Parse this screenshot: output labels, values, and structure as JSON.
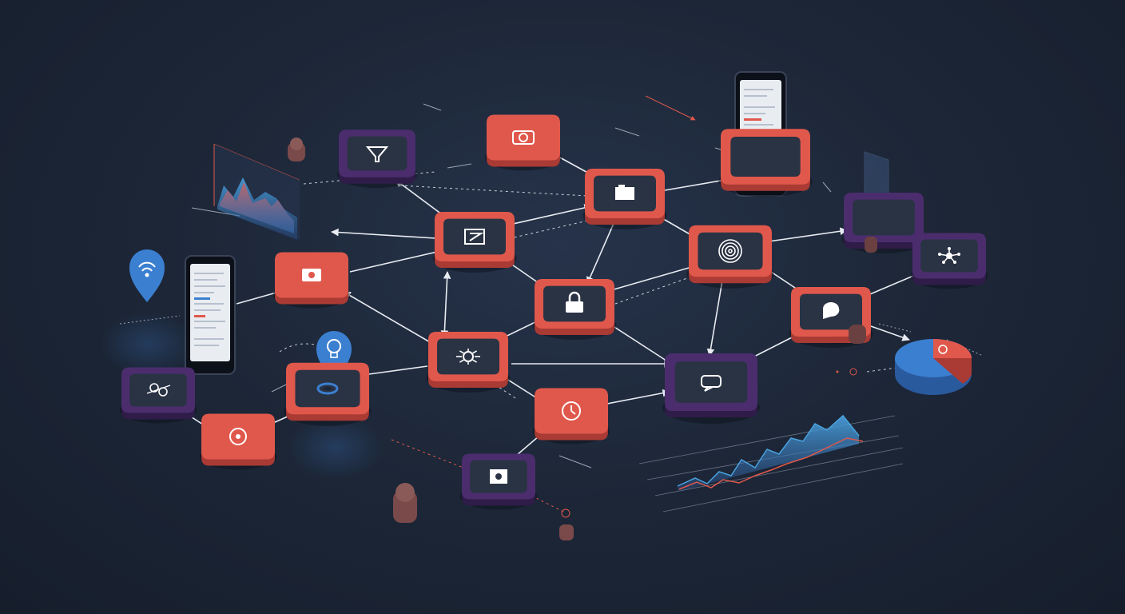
{
  "palette": {
    "background": "#1d2738",
    "coral": "#e0584c",
    "coral_dark": "#a93a34",
    "purple": "#4b2d6e",
    "purple_edge": "#6a3f9a",
    "tile_face": "#2a3344",
    "blue": "#3b7fd0",
    "link": "#e8ecf2"
  },
  "nodes": [
    {
      "id": "n-funnel",
      "color": "purple",
      "icon": "funnel-icon"
    },
    {
      "id": "n-camera",
      "color": "coral",
      "icon": "camera-icon"
    },
    {
      "id": "n-folder",
      "color": "coral",
      "icon": "folder-icon"
    },
    {
      "id": "n-document",
      "color": "coral",
      "icon": "document-icon"
    },
    {
      "id": "n-mobile-panel",
      "color": "coral",
      "icon": "mobile-panel-icon"
    },
    {
      "id": "n-image",
      "color": "coral",
      "icon": "image-icon"
    },
    {
      "id": "n-target",
      "color": "coral",
      "icon": "target-icon"
    },
    {
      "id": "n-glass-panel",
      "color": "purple",
      "icon": "glass-panel-icon"
    },
    {
      "id": "n-network-hub",
      "color": "purple",
      "icon": "network-hub-icon"
    },
    {
      "id": "n-lock",
      "color": "coral",
      "icon": "lock-icon"
    },
    {
      "id": "n-chat",
      "color": "coral",
      "icon": "chat-icon"
    },
    {
      "id": "n-people",
      "color": "purple",
      "icon": "people-icon"
    },
    {
      "id": "n-location-pad",
      "color": "coral",
      "icon": "location-pad-icon"
    },
    {
      "id": "n-gear-network",
      "color": "coral",
      "icon": "gear-network-icon"
    },
    {
      "id": "n-message",
      "color": "purple",
      "icon": "message-icon"
    },
    {
      "id": "n-settings-circle",
      "color": "coral",
      "icon": "settings-circle-icon"
    },
    {
      "id": "n-clock",
      "color": "coral",
      "icon": "clock-icon"
    },
    {
      "id": "n-dollar-doc",
      "color": "purple",
      "icon": "dollar-document-icon"
    }
  ],
  "decorations": [
    {
      "id": "wifi-pin",
      "icon": "wifi-location-pin-icon",
      "color": "blue"
    },
    {
      "id": "bulb-pin",
      "icon": "lightbulb-location-pin-icon",
      "color": "blue"
    },
    {
      "id": "phone-left",
      "icon": "smartphone-icon"
    },
    {
      "id": "phone-right",
      "icon": "smartphone-icon"
    },
    {
      "id": "pie-3d",
      "icon": "pie-chart-icon"
    },
    {
      "id": "area-chart-left",
      "icon": "area-chart-icon"
    },
    {
      "id": "line-chart-bottom",
      "icon": "line-chart-icon"
    }
  ]
}
